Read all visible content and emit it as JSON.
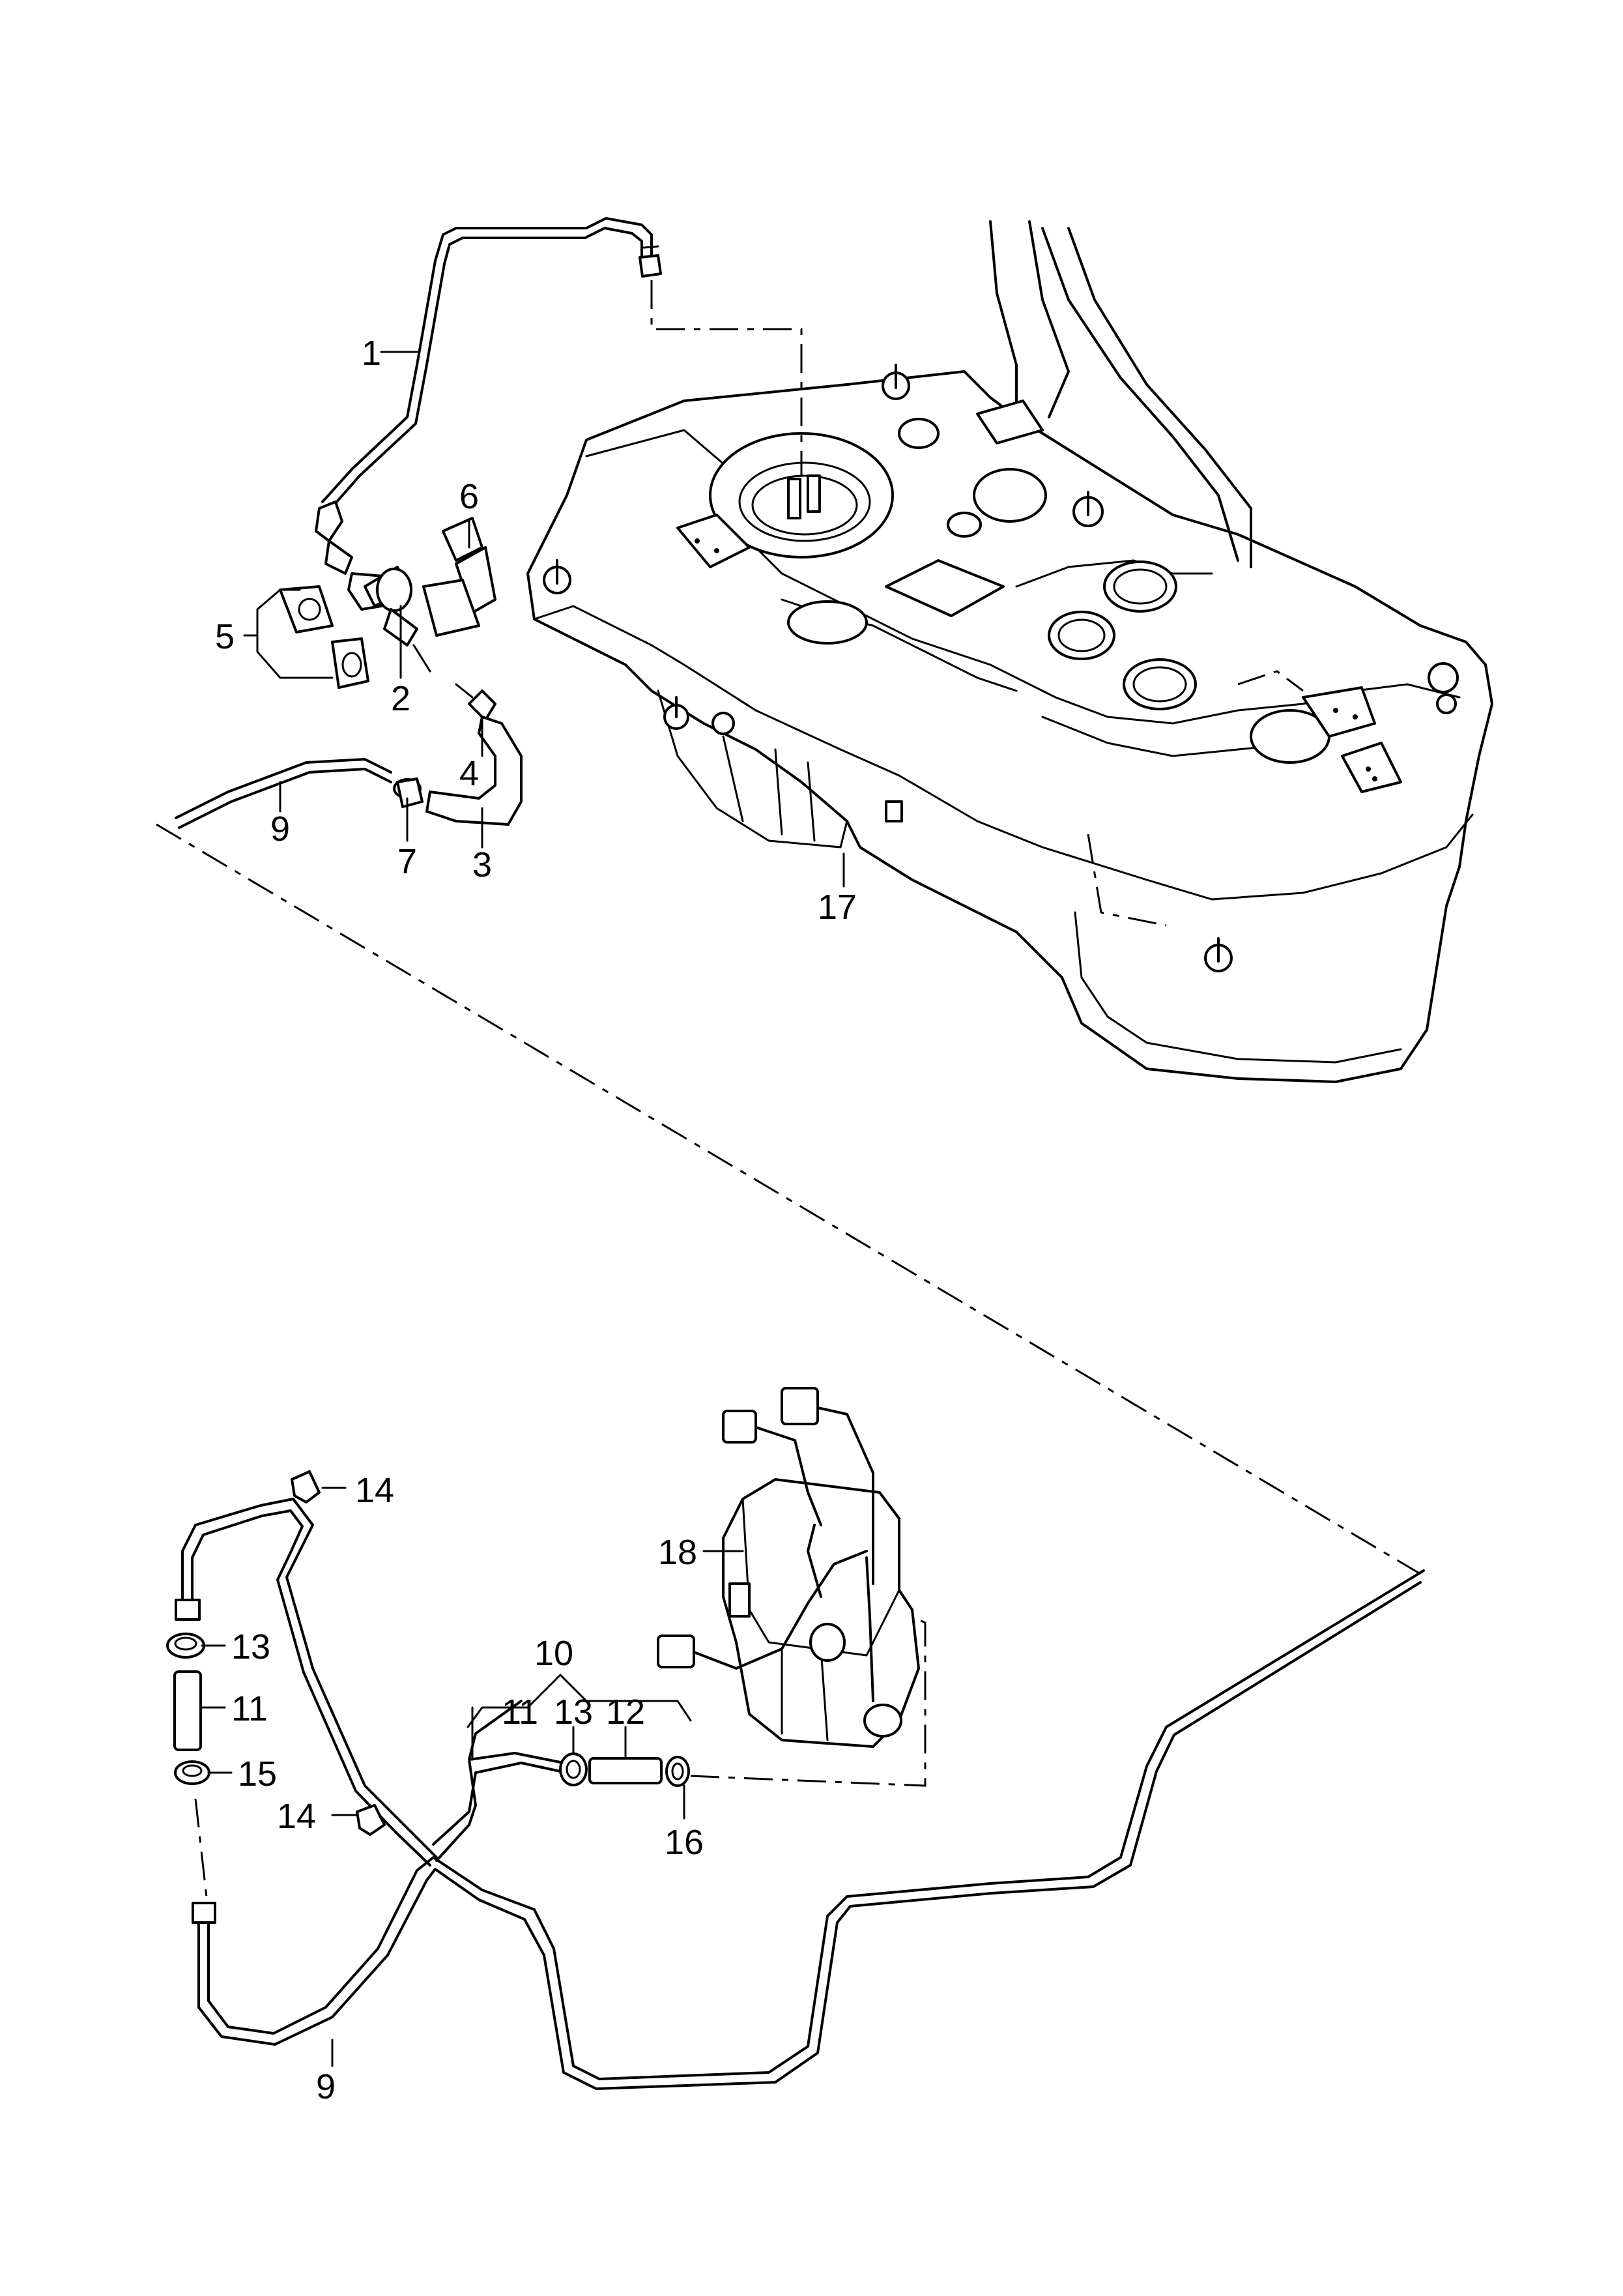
{
  "diagram": {
    "labels": {
      "l1": "1",
      "l2": "2",
      "l3": "3",
      "l4": "4",
      "l5": "5",
      "l6": "6",
      "l7": "7",
      "l9a": "9",
      "l17": "17",
      "l14a": "14",
      "l13a": "13",
      "l11a": "11",
      "l15": "15",
      "l14b": "14",
      "l9b": "9",
      "l10": "10",
      "l11b": "11",
      "l13b": "13",
      "l12": "12",
      "l16": "16",
      "l18": "18"
    }
  }
}
